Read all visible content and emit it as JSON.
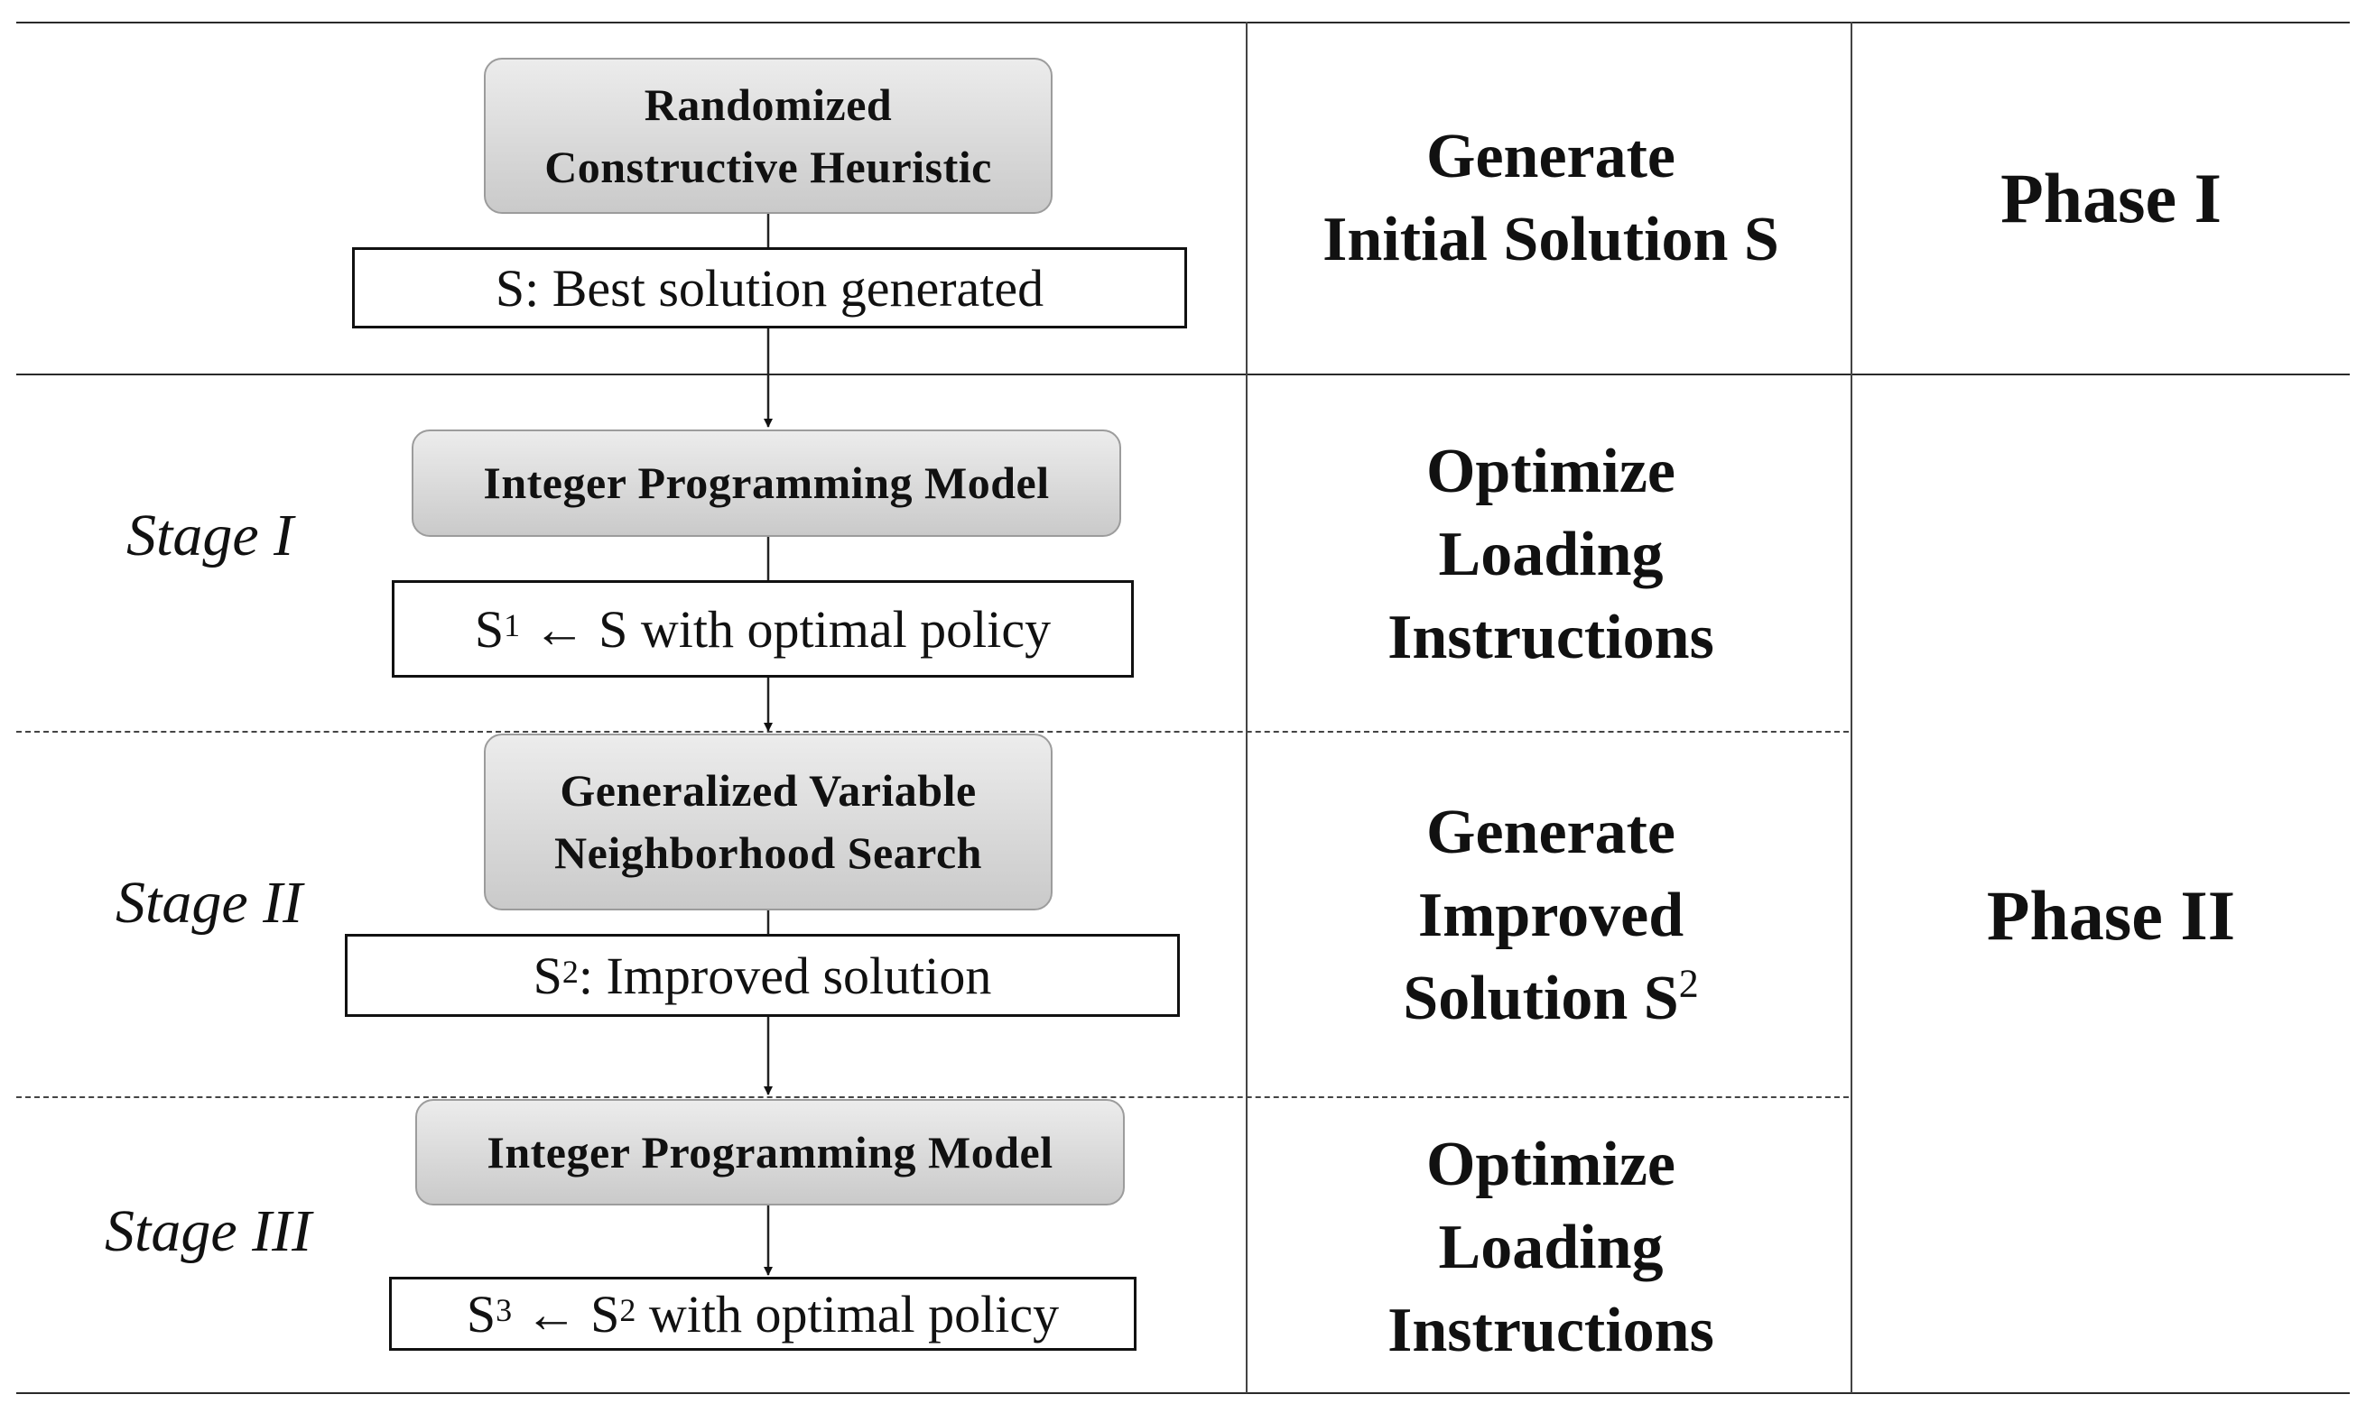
{
  "rows": {
    "phase1": {
      "process_lines": [
        "Randomized",
        "Constructive Heuristic"
      ],
      "result": "S: Best solution generated",
      "purpose_lines": [
        "Generate",
        "Initial Solution S"
      ],
      "phase": "Phase I"
    },
    "stage1": {
      "stage": "Stage I",
      "process": "Integer Programming Model",
      "result": {
        "base": "S",
        "sup": "1",
        "rest": " ← S with optimal policy"
      },
      "purpose_lines": [
        "Optimize",
        "Loading",
        "Instructions"
      ]
    },
    "stage2": {
      "stage": "Stage II",
      "process_lines": [
        "Generalized Variable",
        "Neighborhood Search"
      ],
      "result": {
        "base": "S",
        "sup": "2",
        "rest": ": Improved solution"
      },
      "purpose_lines": [
        "Generate",
        "Improved"
      ],
      "purpose_last": {
        "text": "Solution S",
        "sup": "2"
      }
    },
    "stage3": {
      "stage": "Stage III",
      "process": "Integer Programming Model",
      "result": {
        "base": "S",
        "sup": "3",
        "mid": " ← S",
        "sup2": "2",
        "rest": " with optimal policy"
      },
      "purpose_lines": [
        "Optimize",
        "Loading",
        "Instructions"
      ]
    }
  },
  "phase2_label": "Phase II"
}
